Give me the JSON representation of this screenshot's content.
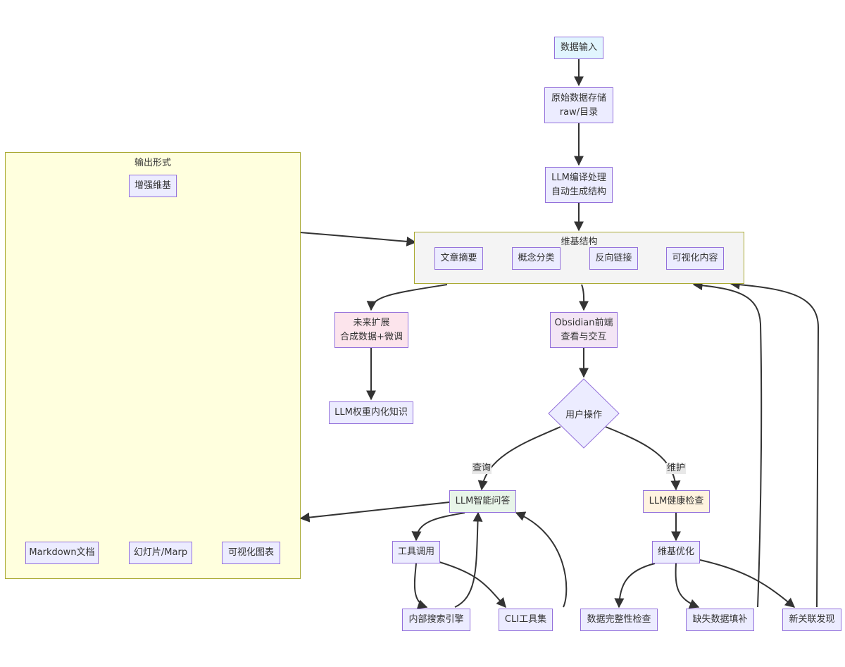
{
  "colors": {
    "node_fill": "#ececff",
    "node_border": "#9370db",
    "edge": "#333333",
    "group_output_fill": "#ffffde",
    "group_output_border": "#aaaa33",
    "group_wiki_fill": "#f4f4f4",
    "group_wiki_border": "#aaaa33",
    "input_fill": "#e1f5fe",
    "future_fill": "#fce4ec",
    "frontend_fill": "#f3e5f5",
    "qa_fill": "#e8f5e9",
    "health_fill": "#fff3e0"
  },
  "groups": {
    "output": {
      "title": "输出形式"
    },
    "wiki": {
      "title": "维基结构"
    }
  },
  "nodes": {
    "input": "数据输入",
    "raw": "原始数据存储\nraw/目录",
    "compile": "LLM编译处理\n自动生成结构",
    "summary": "文章摘要",
    "concept": "概念分类",
    "backlink": "反向链接",
    "visual": "可视化内容",
    "future": "未来扩展\n合成数据+微调",
    "weights": "LLM权重内化知识",
    "obsidian": "Obsidian前端\n查看与交互",
    "user_op": "用户操作",
    "qa": "LLM智能问答",
    "health": "LLM健康检查",
    "tools": "工具调用",
    "search": "内部搜索引擎",
    "cli": "CLI工具集",
    "optimize": "维基优化",
    "integrity": "数据完整性检查",
    "fill": "缺失数据填补",
    "newlink": "新关联发现",
    "enhanced": "增强维基",
    "markdown": "Markdown文档",
    "slides": "幻灯片/Marp",
    "charts": "可视化图表"
  },
  "edge_labels": {
    "query": "查询",
    "maintain": "维护"
  }
}
